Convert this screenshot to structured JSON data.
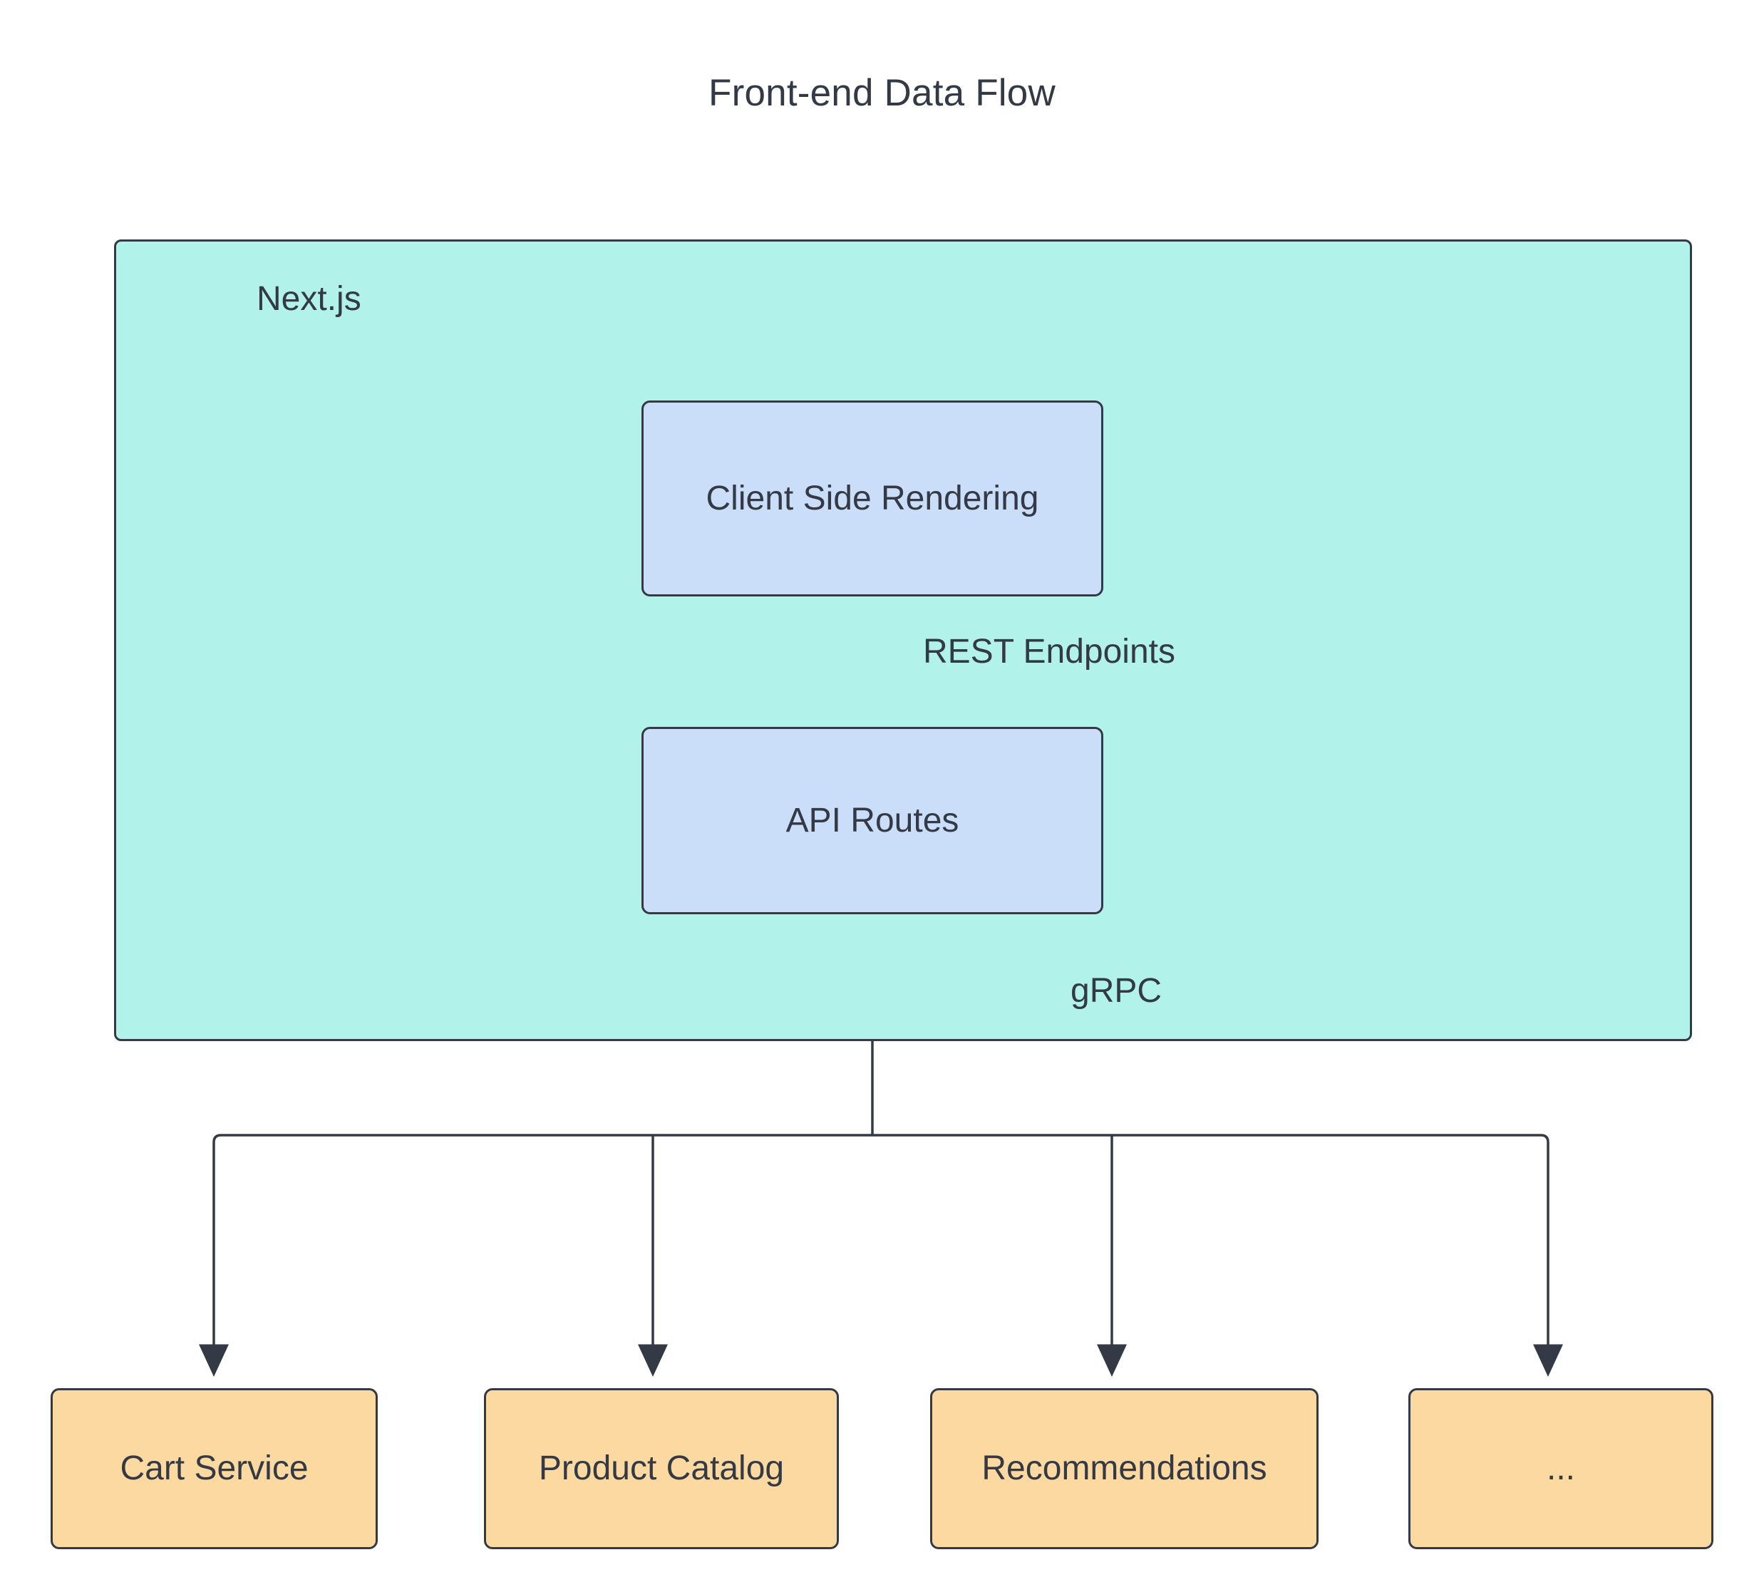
{
  "diagram": {
    "title": "Front-end Data Flow",
    "type": "flowchart",
    "direction": "top-down",
    "colors": {
      "subgraph_fill": "#b1f2ea",
      "process_fill": "#cbdef9",
      "service_fill": "#fcd9a0",
      "stroke": "#333a45",
      "text": "#333a45",
      "background": "#ffffff"
    },
    "subgraph": {
      "id": "nextjs",
      "label": "Next.js",
      "nodes": [
        {
          "id": "csr",
          "label": "Client Side Rendering",
          "shape": "rounded-rect",
          "fill": "#cbdef9"
        },
        {
          "id": "api_routes",
          "label": "API Routes",
          "shape": "rounded-rect",
          "fill": "#cbdef9"
        }
      ]
    },
    "services": [
      {
        "id": "cart",
        "label": "Cart Service",
        "shape": "rounded-rect",
        "fill": "#fcd9a0"
      },
      {
        "id": "catalog",
        "label": "Product Catalog",
        "shape": "rounded-rect",
        "fill": "#fcd9a0"
      },
      {
        "id": "recommendations",
        "label": "Recommendations",
        "shape": "rounded-rect",
        "fill": "#fcd9a0"
      },
      {
        "id": "more",
        "label": "...",
        "shape": "rounded-rect",
        "fill": "#fcd9a0"
      }
    ],
    "edges": [
      {
        "from": "csr",
        "to": "api_routes",
        "label": "REST Endpoints",
        "arrow": "single"
      },
      {
        "from": "api_routes",
        "to": "cart",
        "label": "gRPC",
        "arrow": "single"
      },
      {
        "from": "api_routes",
        "to": "catalog",
        "label": "",
        "arrow": "single"
      },
      {
        "from": "api_routes",
        "to": "recommendations",
        "label": "",
        "arrow": "single"
      },
      {
        "from": "api_routes",
        "to": "more",
        "label": "",
        "arrow": "single"
      }
    ],
    "edge_labels": {
      "rest": "REST Endpoints",
      "grpc": "gRPC"
    }
  }
}
